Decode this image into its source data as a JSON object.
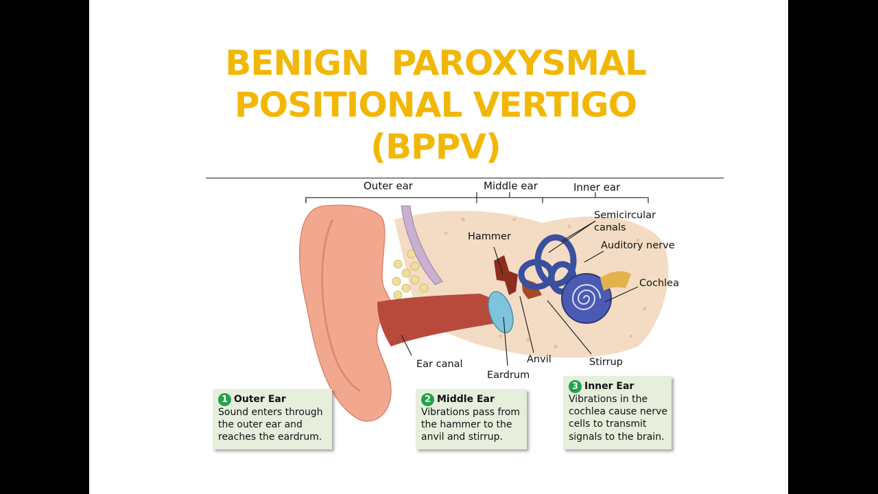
{
  "title": {
    "line1": "BENIGN  PAROXYSMAL",
    "line2": "POSITIONAL VERTIGO",
    "line3": "(BPPV)"
  },
  "sections": {
    "outer": "Outer ear",
    "middle": "Middle ear",
    "inner": "Inner ear"
  },
  "labels": {
    "hammer": "Hammer",
    "semicircular": "Semicircular\ncanals",
    "auditory_nerve": "Auditory nerve",
    "cochlea": "Cochlea",
    "ear_canal": "Ear canal",
    "anvil": "Anvil",
    "stirrup": "Stirrup",
    "eardrum": "Eardrum"
  },
  "boxes": [
    {
      "num": "1",
      "heading": "Outer Ear",
      "text": "Sound enters through\nthe outer ear and\nreaches the eardrum."
    },
    {
      "num": "2",
      "heading": "Middle Ear",
      "text": "Vibrations pass from\nthe hammer to the\nanvil and stirrup."
    },
    {
      "num": "3",
      "heading": "Inner Ear",
      "text": "Vibrations in the\ncochlea cause nerve\ncells to transmit\nsignals to the brain."
    }
  ],
  "colors": {
    "title": "#f2b705",
    "number_badge": "#22a24a",
    "box_bg": "#e6eedc"
  }
}
